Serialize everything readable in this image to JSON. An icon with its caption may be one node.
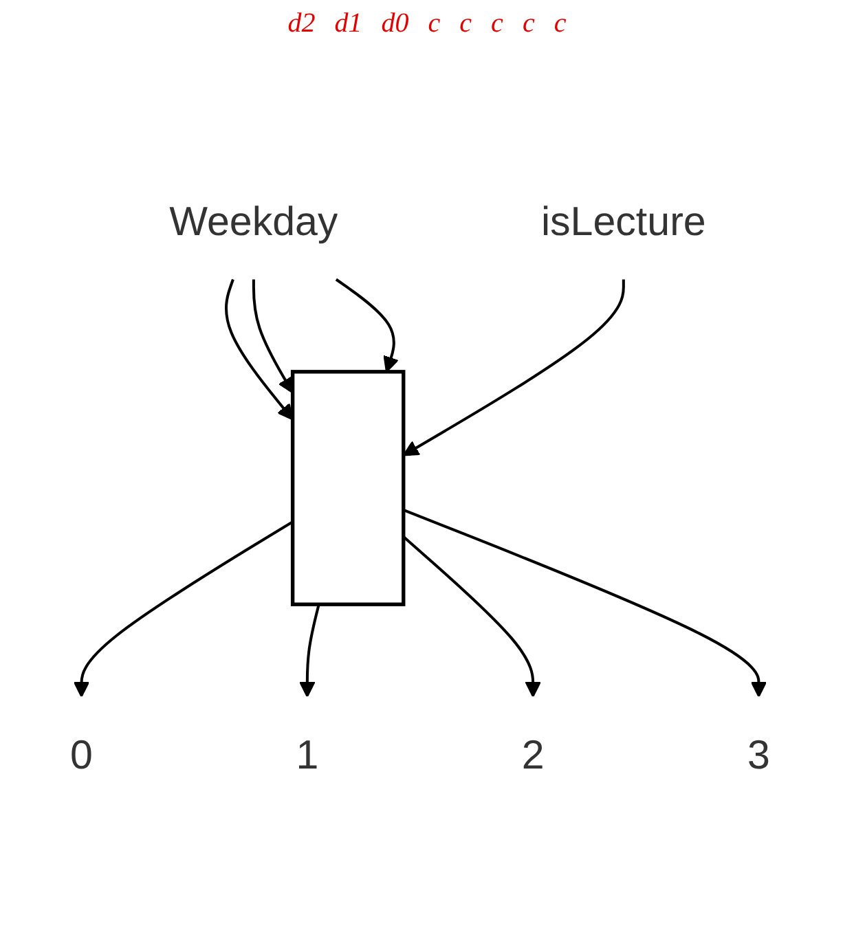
{
  "diagram": {
    "nodes": [
      {
        "text": [
          "Weekday"
        ]
      },
      {
        "text": [
          "isLecture"
        ]
      },
      {
        "text": [],
        "shape": "box"
      },
      {
        "text": [
          "0"
        ]
      },
      {
        "text": [
          "1"
        ]
      },
      {
        "text": [
          "2"
        ]
      },
      {
        "text": [
          "3"
        ]
      }
    ],
    "edges": [
      {
        "from": 0,
        "to": 2,
        "arrow": "to"
      },
      {
        "from": 0,
        "to": 2,
        "arrow": "to"
      },
      {
        "from": 0,
        "to": 2,
        "arrow": "to"
      },
      {
        "from": 1,
        "to": 2,
        "arrow": "to"
      },
      {
        "from": 2,
        "to": 3,
        "arrow": "to"
      },
      {
        "from": 2,
        "to": 4,
        "arrow": "to"
      },
      {
        "from": 2,
        "to": 5,
        "arrow": "to"
      },
      {
        "from": 2,
        "to": 6,
        "arrow": "to"
      }
    ],
    "labels": [
      "d2",
      "d1",
      "d0",
      "c",
      "c",
      "c",
      "c",
      "c"
    ]
  }
}
